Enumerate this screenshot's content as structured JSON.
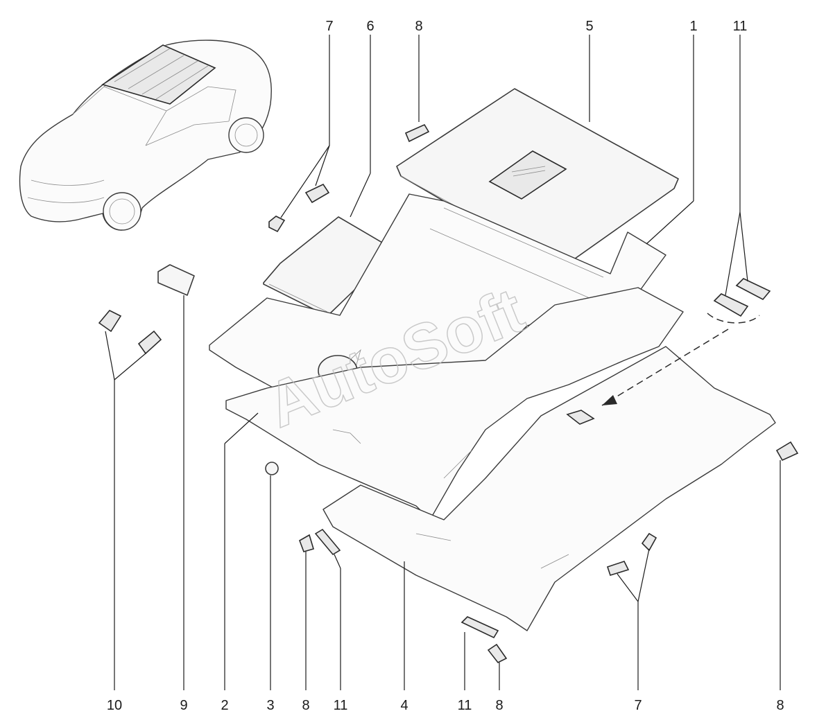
{
  "watermark": "AutoSoft",
  "callouts": {
    "top": [
      "7",
      "6",
      "8",
      "5",
      "1",
      "11"
    ],
    "bottom": [
      "10",
      "9",
      "2",
      "3",
      "8",
      "11",
      "4",
      "11",
      "8",
      "7",
      "8"
    ]
  }
}
